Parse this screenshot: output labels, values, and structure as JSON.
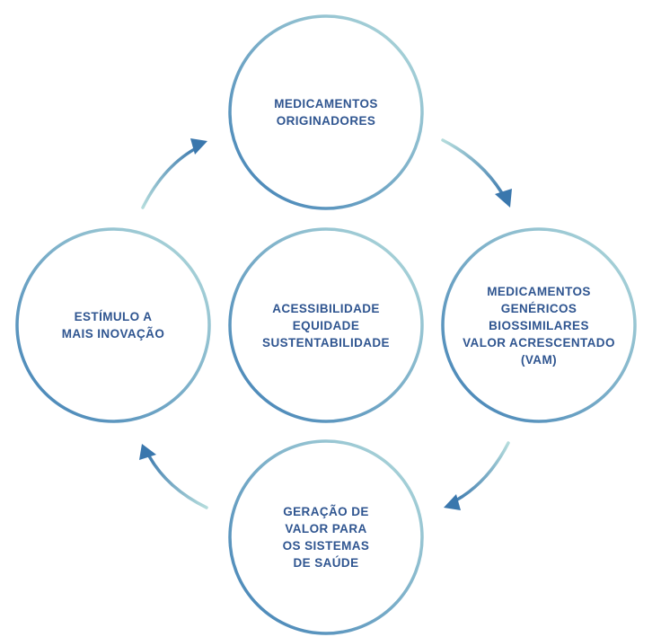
{
  "colors": {
    "circle_dark": "#3f7fb5",
    "circle_light": "#b4dcdc",
    "text": "#2f5590",
    "arrow_head": "#3a77ad"
  },
  "nodes": {
    "top": {
      "lines": [
        "MEDICAMENTOS",
        "ORIGINADORES"
      ]
    },
    "right": {
      "lines": [
        "MEDICAMENTOS",
        "GENÉRICOS",
        "BIOSSIMILARES",
        "VALOR ACRESCENTADO",
        "(VAM)"
      ]
    },
    "bottom": {
      "lines": [
        "GERAÇÃO DE",
        "VALOR PARA",
        "OS SISTEMAS",
        "DE SAÚDE"
      ]
    },
    "left": {
      "lines": [
        "ESTÍMULO A",
        "MAIS INOVAÇÃO"
      ]
    },
    "center": {
      "lines": [
        "ACESSIBILIDADE",
        "EQUIDADE",
        "SUSTENTABILIDADE"
      ]
    }
  }
}
